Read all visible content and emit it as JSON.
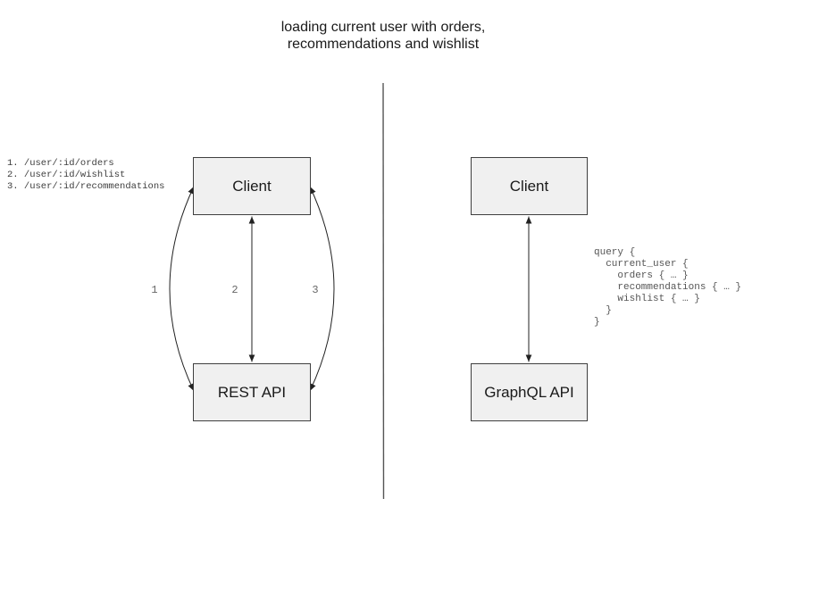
{
  "title": "loading current user with orders,\nrecommendations and wishlist",
  "colors": {
    "background": "#ffffff",
    "box_fill": "#f0f0f0",
    "box_border": "#3f3f3f",
    "arrow_line": "#222222",
    "divider_line": "#555555",
    "endpoint_text": "#3d3d3d",
    "query_text": "#555555",
    "arrow_label_text": "#666666"
  },
  "rest_panel": {
    "endpoints": [
      "1. /user/:id/orders",
      "2. /user/:id/wishlist",
      "3. /user/:id/recommendations"
    ],
    "client_label": "Client",
    "api_label": "REST API",
    "arrow_labels": [
      "1",
      "2",
      "3"
    ]
  },
  "graphql_panel": {
    "client_label": "Client",
    "api_label": "GraphQL API",
    "query_lines": [
      "query {",
      "  current_user {",
      "    orders { … }",
      "    recommendations { … }",
      "    wishlist { … }",
      "  }",
      "}"
    ]
  }
}
